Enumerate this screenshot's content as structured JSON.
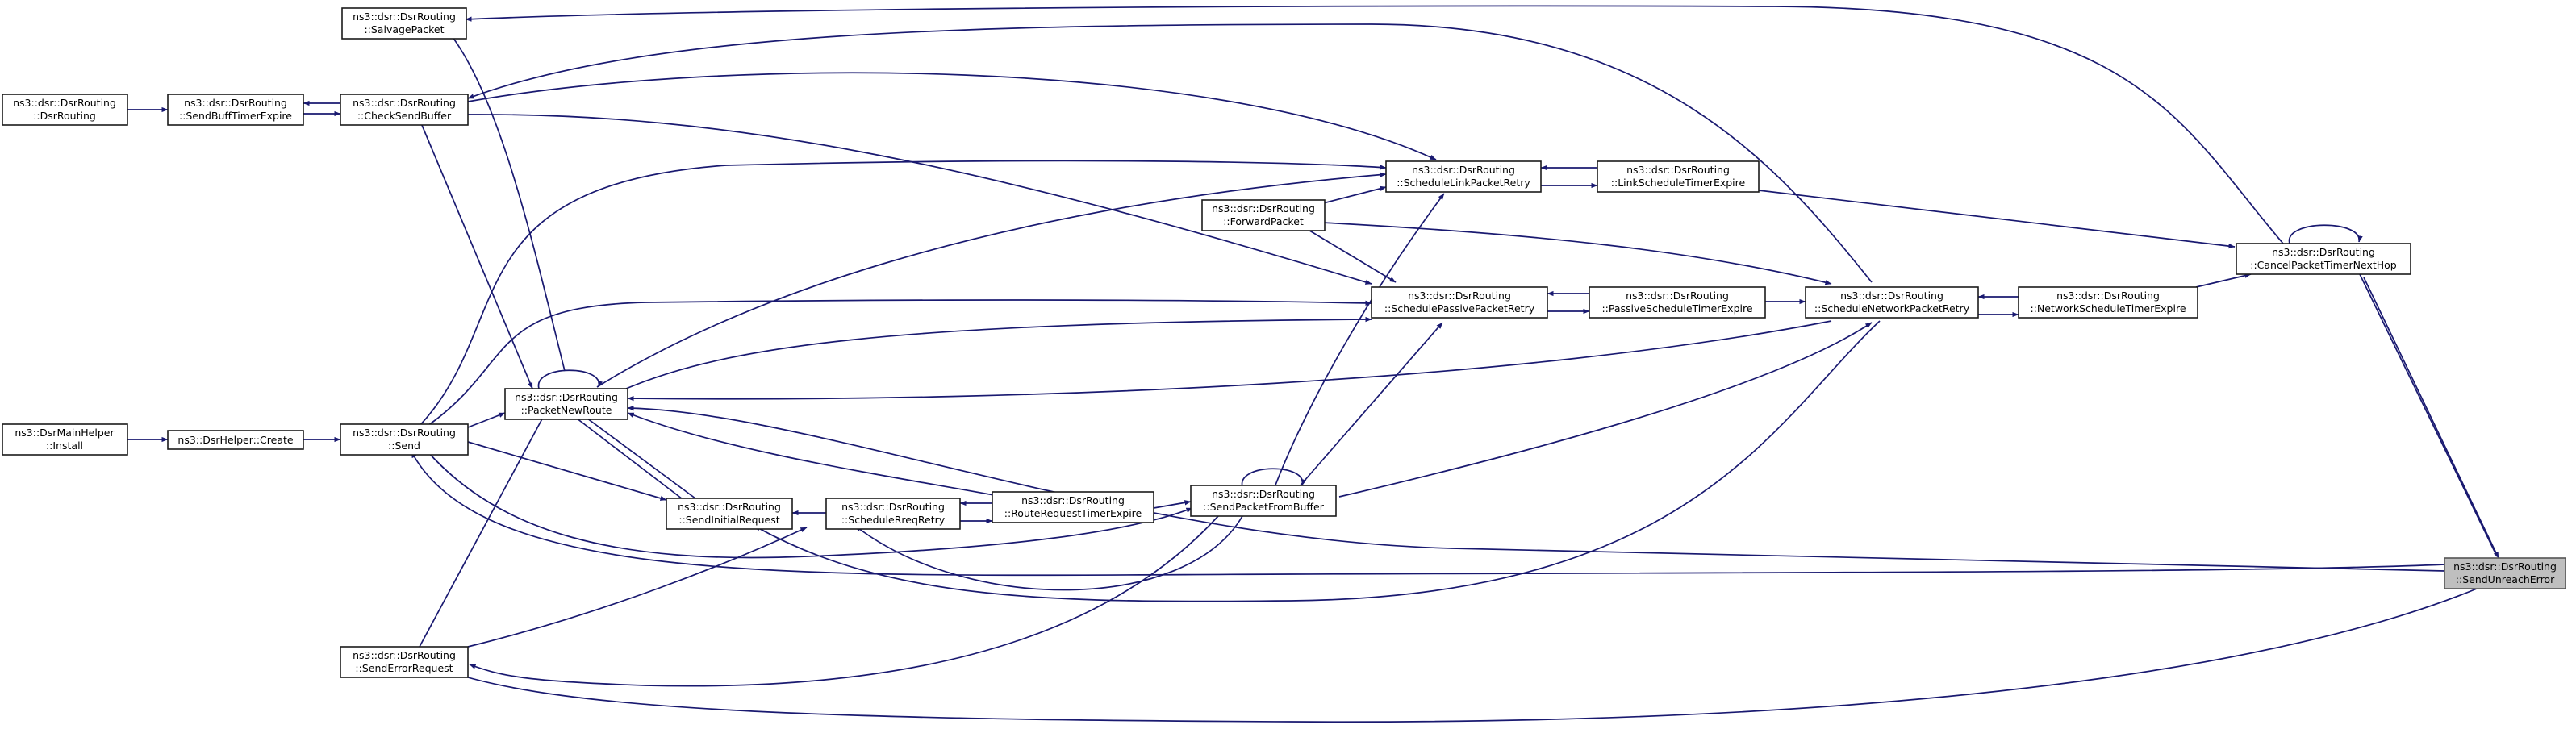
{
  "colors": {
    "edge": "#191970",
    "node_border": "#1a1a1a",
    "focus_fill": "#bfbfbf",
    "background": "#ffffff"
  },
  "nodes": {
    "salvage": [
      "ns3::dsr::DsrRouting",
      "::SalvagePacket"
    ],
    "dsrrouting": [
      "ns3::dsr::DsrRouting",
      "::DsrRouting"
    ],
    "sendbufftimer": [
      "ns3::dsr::DsrRouting",
      "::SendBuffTimerExpire"
    ],
    "checksend": [
      "ns3::dsr::DsrRouting",
      "::CheckSendBuffer"
    ],
    "schedlink": [
      "ns3::dsr::DsrRouting",
      "::ScheduleLinkPacketRetry"
    ],
    "linktimer": [
      "ns3::dsr::DsrRouting",
      "::LinkScheduleTimerExpire"
    ],
    "forward": [
      "ns3::dsr::DsrRouting",
      "::ForwardPacket"
    ],
    "cancel": [
      "ns3::dsr::DsrRouting",
      "::CancelPacketTimerNextHop"
    ],
    "schedpassive": [
      "ns3::dsr::DsrRouting",
      "::SchedulePassivePacketRetry"
    ],
    "passivetimer": [
      "ns3::dsr::DsrRouting",
      "::PassiveScheduleTimerExpire"
    ],
    "schednet": [
      "ns3::dsr::DsrRouting",
      "::ScheduleNetworkPacketRetry"
    ],
    "nettimer": [
      "ns3::dsr::DsrRouting",
      "::NetworkScheduleTimerExpire"
    ],
    "newroute": [
      "ns3::dsr::DsrRouting",
      "::PacketNewRoute"
    ],
    "install": [
      "ns3::DsrMainHelper",
      "::Install"
    ],
    "create": [
      "ns3::DsrHelper::Create"
    ],
    "send": [
      "ns3::dsr::DsrRouting",
      "::Send"
    ],
    "sendinitial": [
      "ns3::dsr::DsrRouting",
      "::SendInitialRequest"
    ],
    "schedrreq": [
      "ns3::dsr::DsrRouting",
      "::ScheduleRreqRetry"
    ],
    "rreqtimer": [
      "ns3::dsr::DsrRouting",
      "::RouteRequestTimerExpire"
    ],
    "sendfrombuf": [
      "ns3::dsr::DsrRouting",
      "::SendPacketFromBuffer"
    ],
    "senderror": [
      "ns3::dsr::DsrRouting",
      "::SendErrorRequest"
    ],
    "sendunreach": [
      "ns3::dsr::DsrRouting",
      "::SendUnreachError"
    ]
  }
}
